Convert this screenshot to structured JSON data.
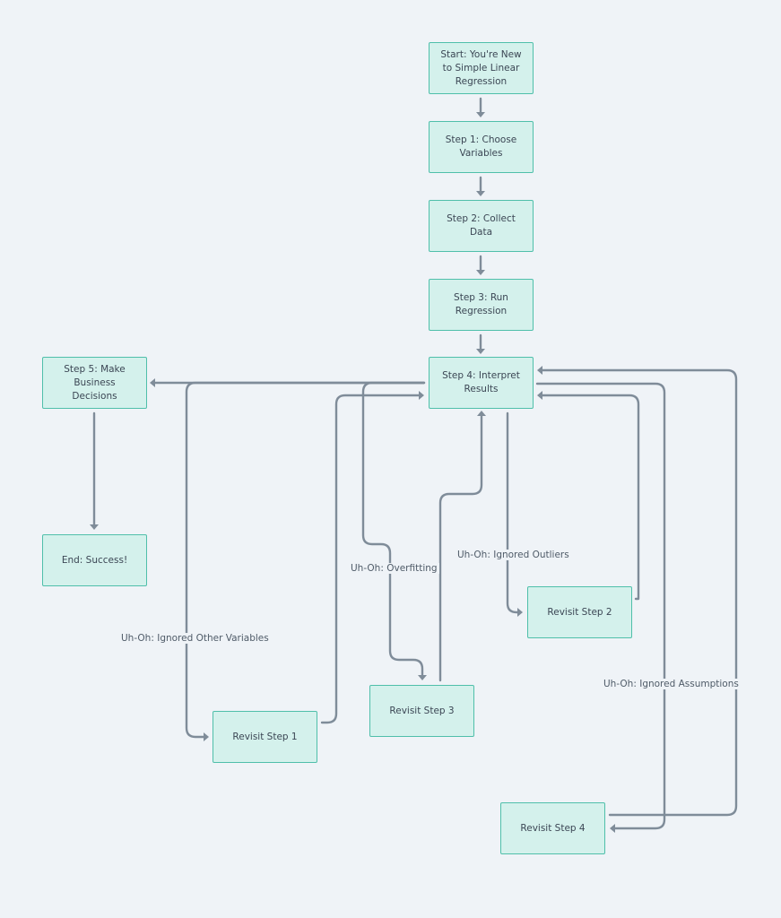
{
  "nodes": {
    "start": "Start: You're New to Simple Linear Regression",
    "step1": "Step 1: Choose Variables",
    "step2": "Step 2: Collect Data",
    "step3": "Step 3: Run Regression",
    "step4": "Step 4: Interpret Results",
    "step5": "Step 5: Make Business Decisions",
    "end": "End: Success!",
    "revisit1": "Revisit Step 1",
    "revisit2": "Revisit Step 2",
    "revisit3": "Revisit Step 3",
    "revisit4": "Revisit Step 4"
  },
  "edge_labels": {
    "overfitting": "Uh-Oh: Overfitting",
    "outliers": "Uh-Oh: Ignored Outliers",
    "other_vars": "Uh-Oh: Ignored Other Variables",
    "assumptions": "Uh-Oh: Ignored Assumptions"
  },
  "colors": {
    "background": "#eff3f7",
    "node_fill": "#d4f1ec",
    "node_border": "#4fbfaa",
    "edge": "#7f8c99",
    "text": "#3b4654"
  }
}
